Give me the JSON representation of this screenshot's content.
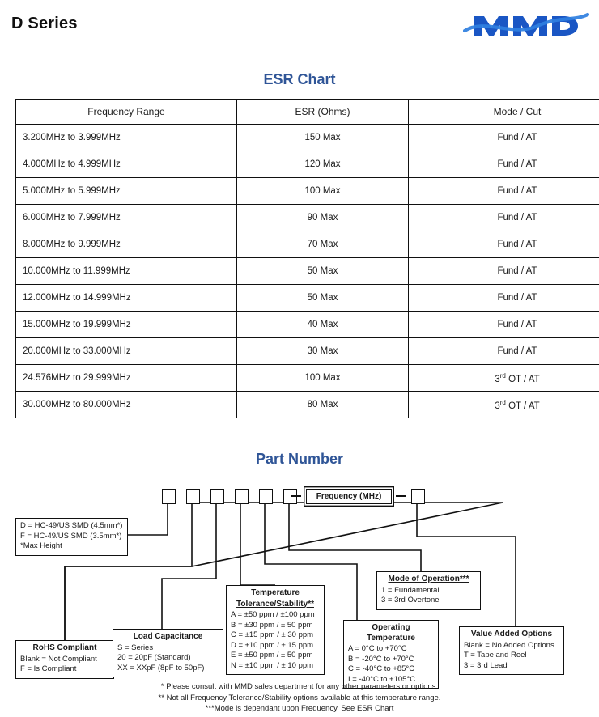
{
  "header": {
    "title": "D Series",
    "logo_text": "MMD",
    "logo_color": "#1a56c4"
  },
  "esr_section": {
    "title": "ESR Chart",
    "title_color": "#2f5597",
    "columns": [
      "Frequency Range",
      "ESR (Ohms)",
      "Mode / Cut"
    ],
    "rows": [
      {
        "range": "3.200MHz to 3.999MHz",
        "esr": "150 Max",
        "mode": "Fund / AT",
        "mode_sup": ""
      },
      {
        "range": "4.000MHz to 4.999MHz",
        "esr": "120 Max",
        "mode": "Fund / AT",
        "mode_sup": ""
      },
      {
        "range": "5.000MHz to 5.999MHz",
        "esr": "100 Max",
        "mode": "Fund / AT",
        "mode_sup": ""
      },
      {
        "range": "6.000MHz to 7.999MHz",
        "esr": "90 Max",
        "mode": "Fund / AT",
        "mode_sup": ""
      },
      {
        "range": "8.000MHz to 9.999MHz",
        "esr": "70 Max",
        "mode": "Fund / AT",
        "mode_sup": ""
      },
      {
        "range": "10.000MHz to 11.999MHz",
        "esr": "50 Max",
        "mode": "Fund / AT",
        "mode_sup": ""
      },
      {
        "range": "12.000MHz to 14.999MHz",
        "esr": "50 Max",
        "mode": "Fund / AT",
        "mode_sup": ""
      },
      {
        "range": "15.000MHz to 19.999MHz",
        "esr": "40 Max",
        "mode": "Fund / AT",
        "mode_sup": ""
      },
      {
        "range": "20.000MHz to 33.000MHz",
        "esr": "30 Max",
        "mode": "Fund / AT",
        "mode_sup": ""
      },
      {
        "range": "24.576MHz to 29.999MHz",
        "esr": "100 Max",
        "mode_prefix": "3",
        "mode_sup": "rd",
        "mode_suffix": " OT / AT"
      },
      {
        "range": "30.000MHz to 80.000MHz",
        "esr": "80 Max",
        "mode_prefix": "3",
        "mode_sup": "rd",
        "mode_suffix": " OT / AT"
      }
    ]
  },
  "part_number_section": {
    "title": "Part Number",
    "title_color": "#2f5597",
    "frequency_box_label": "Frequency (MHz)",
    "position_boxes": [
      "",
      "",
      "",
      "",
      "",
      "",
      ""
    ],
    "callouts": {
      "package": {
        "heading": "",
        "items": [
          "D = HC-49/US SMD (4.5mm*)",
          "F = HC-49/US SMD (3.5mm*)",
          "*Max Height"
        ]
      },
      "rohs": {
        "heading": "RoHS Compliant",
        "items": [
          "Blank = Not Compliant",
          "F = Is Compliant"
        ]
      },
      "load_capacitance": {
        "heading": "Load Capacitance",
        "items": [
          "S = Series",
          "20 = 20pF (Standard)",
          "XX = XXpF (8pF to 50pF)"
        ]
      },
      "temperature_tolerance": {
        "heading_line1": "Temperature",
        "heading_line2": "Tolerance/Stability**",
        "items": [
          "A = ±50 ppm / ±100 ppm",
          "B = ±30 ppm / ±  50 ppm",
          "C = ±15 ppm / ±  30 ppm",
          "D = ±10 ppm / ±  15 ppm",
          "E = ±50 ppm / ±  50 ppm",
          "N = ±10 ppm / ±  10 ppm"
        ]
      },
      "operating_temperature": {
        "heading": "Operating Temperature",
        "items": [
          "A =   0°C to +70°C",
          "B = -20°C to +70°C",
          "C = -40°C to +85°C",
          "I  = -40°C to +105°C"
        ]
      },
      "mode_of_operation": {
        "heading": "Mode of Operation***",
        "items": [
          "1 = Fundamental",
          "3 = 3rd Overtone"
        ]
      },
      "value_added_options": {
        "heading": "Value Added Options",
        "items": [
          "Blank = No Added Options",
          "T = Tape and Reel",
          "3 = 3rd Lead"
        ]
      }
    }
  },
  "footnotes": [
    "* Please consult with MMD sales department for any other parameters or options.",
    "** Not all Frequency Tolerance/Stability options available at this temperature range.",
    "***Mode is dependant upon Frequency. See ESR Chart"
  ]
}
